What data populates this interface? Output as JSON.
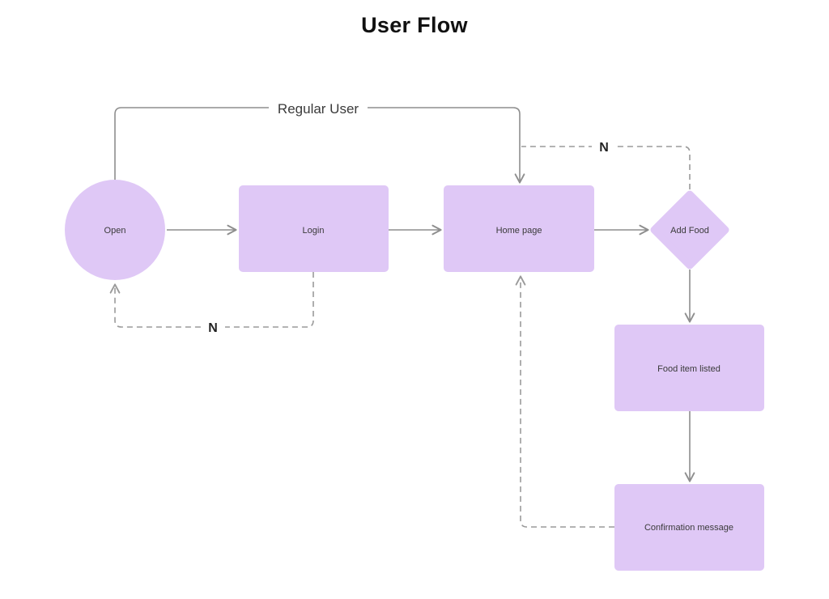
{
  "title": "User Flow",
  "colors": {
    "shape_fill": "#DFC8F6",
    "solid_line": "#8E8E8E",
    "dashed_line": "#9A9A9A",
    "node_label": "#3A3A3A",
    "edge_label": "#3A3A3A",
    "n_label": "#222222",
    "title": "#111111"
  },
  "nodes": {
    "open": {
      "label": "Open",
      "shape": "circle"
    },
    "login": {
      "label": "Login",
      "shape": "rectangle"
    },
    "home": {
      "label": "Home page",
      "shape": "rectangle"
    },
    "add_food": {
      "label": "Add Food",
      "shape": "diamond"
    },
    "food_listed": {
      "label": "Food item listed",
      "shape": "rectangle"
    },
    "confirmation": {
      "label": "Confirmation message",
      "shape": "rectangle"
    }
  },
  "edge_labels": {
    "regular_user": "Regular User",
    "login_no": "N",
    "add_food_no": "N"
  }
}
